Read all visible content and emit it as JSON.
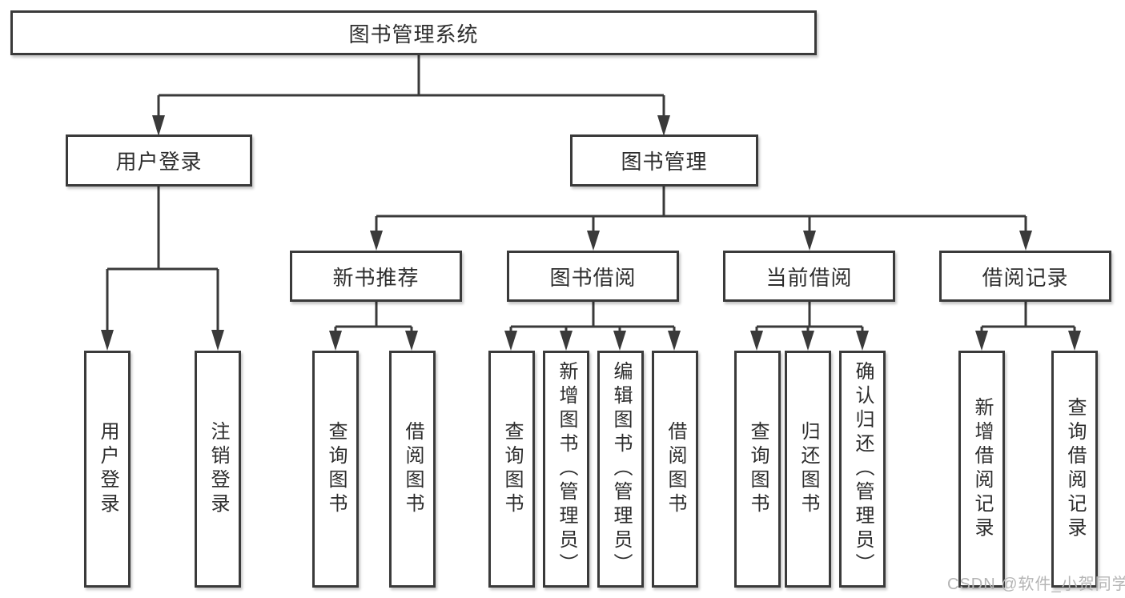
{
  "diagram": {
    "root": "图书管理系统",
    "user": {
      "label": "用户登录",
      "leaves": [
        "用户登录",
        "注销登录"
      ]
    },
    "book": {
      "label": "图书管理",
      "sections": [
        {
          "label": "新书推荐",
          "leaves": [
            "查询图书",
            "借阅图书"
          ]
        },
        {
          "label": "图书借阅",
          "leaves": [
            "查询图书",
            "新增图书（管理员）",
            "编辑图书（管理员）",
            "借阅图书"
          ]
        },
        {
          "label": "当前借阅",
          "leaves": [
            "查询图书",
            "归还图书",
            "确认归还（管理员）"
          ]
        },
        {
          "label": "借阅记录",
          "leaves": [
            "新增借阅记录",
            "查询借阅记录"
          ]
        }
      ]
    },
    "line_color": "#3a3a3a",
    "box_background": "#ffffff"
  },
  "page": {
    "watermark": "CSDN @软件_小贺同学"
  }
}
